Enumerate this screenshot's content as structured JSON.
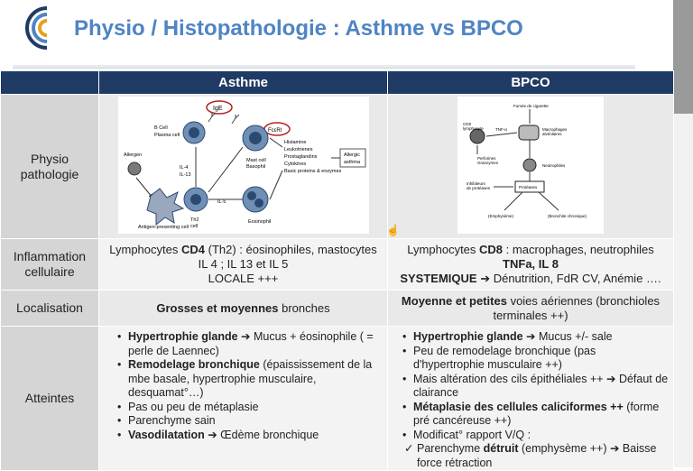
{
  "slide": {
    "title": "Physio / Histopathologie : Asthme vs BPCO"
  },
  "table": {
    "columns": [
      "Asthme",
      "BPCO"
    ],
    "rows": {
      "physio": {
        "label": "Physio pathologie"
      },
      "inflammation": {
        "label": "Inflammation cellulaire",
        "asthme": {
          "line1_pre": "Lymphocytes ",
          "line1_bold": "CD4",
          "line1_post": " (Th2) : éosinophiles, mastocytes",
          "line2": "IL 4 ; IL 13 et IL 5",
          "line3": "LOCALE +++"
        },
        "bpco": {
          "line1_pre": "Lymphocytes ",
          "line1_bold": "CD8",
          "line1_post": " : macrophages, neutrophiles",
          "line2": "TNFa, IL 8",
          "line3_bold": "SYSTEMIQUE",
          "line3_post": " ➔ Dénutrition, FdR CV, Anémie …."
        }
      },
      "localisation": {
        "label": "Localisation",
        "asthme_bold": "Grosses et moyennes",
        "asthme_post": " bronches",
        "bpco_bold": "Moyenne et petites",
        "bpco_post": " voies aériennes (bronchioles terminales ++)"
      },
      "atteintes": {
        "label": "Atteintes",
        "asthme": [
          {
            "bold": "Hypertrophie glande",
            "rest": " ➔ Mucus + éosinophile ( = perle de Laennec)"
          },
          {
            "bold": "Remodelage bronchique",
            "rest": " (épaississement de la mbe basale, hypertrophie musculaire, desquamat°…)"
          },
          {
            "bold": "",
            "rest": "Pas ou peu de métaplasie"
          },
          {
            "bold": "",
            "rest": "Parenchyme sain"
          },
          {
            "bold": "Vasodilatation",
            "rest": " ➔ Œdème bronchique"
          }
        ],
        "bpco": [
          {
            "bold": "Hypertrophie glande",
            "rest": " ➔ Mucus +/- sale"
          },
          {
            "bold": "",
            "rest": "Peu de remodelage bronchique (pas d'hypertrophie musculaire ++)"
          },
          {
            "bold": "",
            "rest": "Mais altération des cils épithéliales ++ ➔ Défaut de clairance"
          },
          {
            "bold": "Métaplasie des cellules caliciformes ++",
            "rest": " (forme pré cancéreuse ++)"
          },
          {
            "bold": "",
            "rest": "Modificat° rapport V/Q :"
          }
        ],
        "bpco_sub": {
          "pre": "Parenchyme ",
          "bold": "détruit",
          "mid": " (emphysème ++) ➔ Baisse",
          "cut": "force rétraction"
        }
      }
    }
  },
  "figure_asthme": {
    "labels": {
      "ige": "IgE",
      "fceri": "FcεRI",
      "bcell": "B Cell",
      "plasma": "Plasma cell",
      "allergen": "Allergen",
      "il4": "IL-4",
      "il13": "IL-13",
      "il5": "IL-5",
      "mast": "Mast cell",
      "basophil": "Basophil",
      "eosinophil": "Eosinophil",
      "th2": "Th2",
      "cell": "cell",
      "apc": "Antigen-presenting cell",
      "histamine": "Histamine",
      "leuko": "Leukotrienes",
      "prosta": "Prostaglandins",
      "cyto": "Cytokines",
      "basic": "Basic proteins & enzymes",
      "allergic": "Allergic",
      "asthma": "asthma"
    }
  },
  "figure_bpco": {
    "labels": {
      "cd8": "CD8",
      "lympho": "lymphocyte",
      "fumee": "Fumée de cigarette",
      "macro": "Macrophages",
      "alveol": "alvéolaires",
      "proteases": "Protéases",
      "neutro": "Neutrophiles",
      "inhib": "Inhibiteurs",
      "deprot": "de protéases",
      "emphy": "(Emphysème)",
      "bronch": "(Bronchite chronique)",
      "perforins": "Perforines",
      "granzymes": "Granzymes",
      "tnf": "TNF-α"
    }
  }
}
